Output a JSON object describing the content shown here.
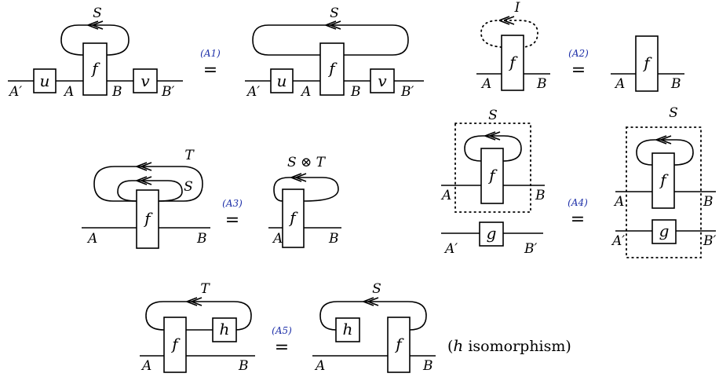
{
  "labels": {
    "S": "S",
    "T": "T",
    "I": "I",
    "S_tensor_T": "S ⊗ T",
    "A": "A",
    "B": "B",
    "A_prime": "A′",
    "B_prime": "B′",
    "f": "f",
    "g": "g",
    "u": "u",
    "v": "v",
    "h": "h"
  },
  "equations": {
    "A1": {
      "ref": "(A1)",
      "sign": "="
    },
    "A2": {
      "ref": "(A2)",
      "sign": "="
    },
    "A3": {
      "ref": "(A3)",
      "sign": "="
    },
    "A4": {
      "ref": "(A4)",
      "sign": "="
    },
    "A5": {
      "ref": "(A5)",
      "sign": "="
    }
  },
  "note": {
    "open": "(",
    "var": "h",
    "text": " isomorphism)"
  },
  "colors": {
    "ref_link": "#1d2fa8",
    "ink": "#000000"
  }
}
